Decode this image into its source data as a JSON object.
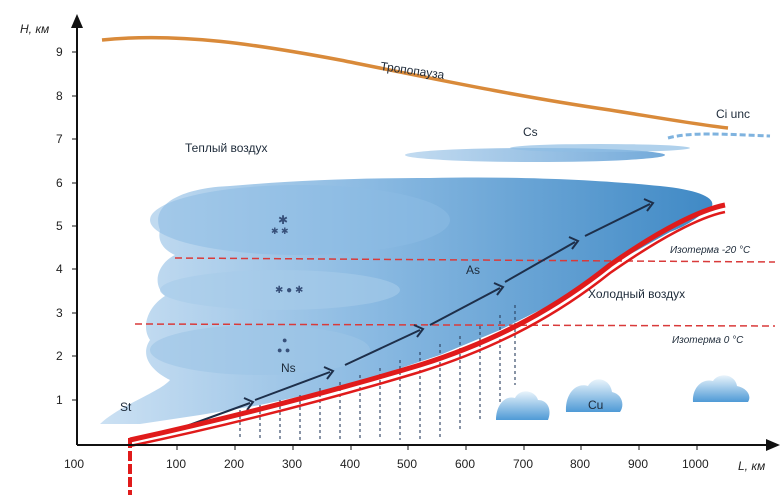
{
  "axes": {
    "y_label": "H, км",
    "x_label": "L, км",
    "y_ticks": [
      "1",
      "2",
      "3",
      "4",
      "5",
      "6",
      "7",
      "8",
      "9"
    ],
    "x_ticks": [
      "100",
      "100",
      "200",
      "300",
      "400",
      "500",
      "600",
      "700",
      "800",
      "900",
      "1000"
    ]
  },
  "labels": {
    "tropopause": "Тропопауза",
    "warm_air": "Теплый воздух",
    "cold_air": "Холодный воздух",
    "cs": "Cs",
    "ci_unc": "Ci unc",
    "as": "As",
    "ns": "Ns",
    "st": "St",
    "cu": "Cu",
    "isotherm_minus20": "Изотерма -20 °C",
    "isotherm_0": "Изотерма 0 °C"
  },
  "colors": {
    "tropopause": "#d98a3a",
    "front": "#e01b1b",
    "isotherm": "#d93a3a",
    "cloud_dark": "#2f7fc0",
    "cloud_light": "#a9cdea"
  }
}
